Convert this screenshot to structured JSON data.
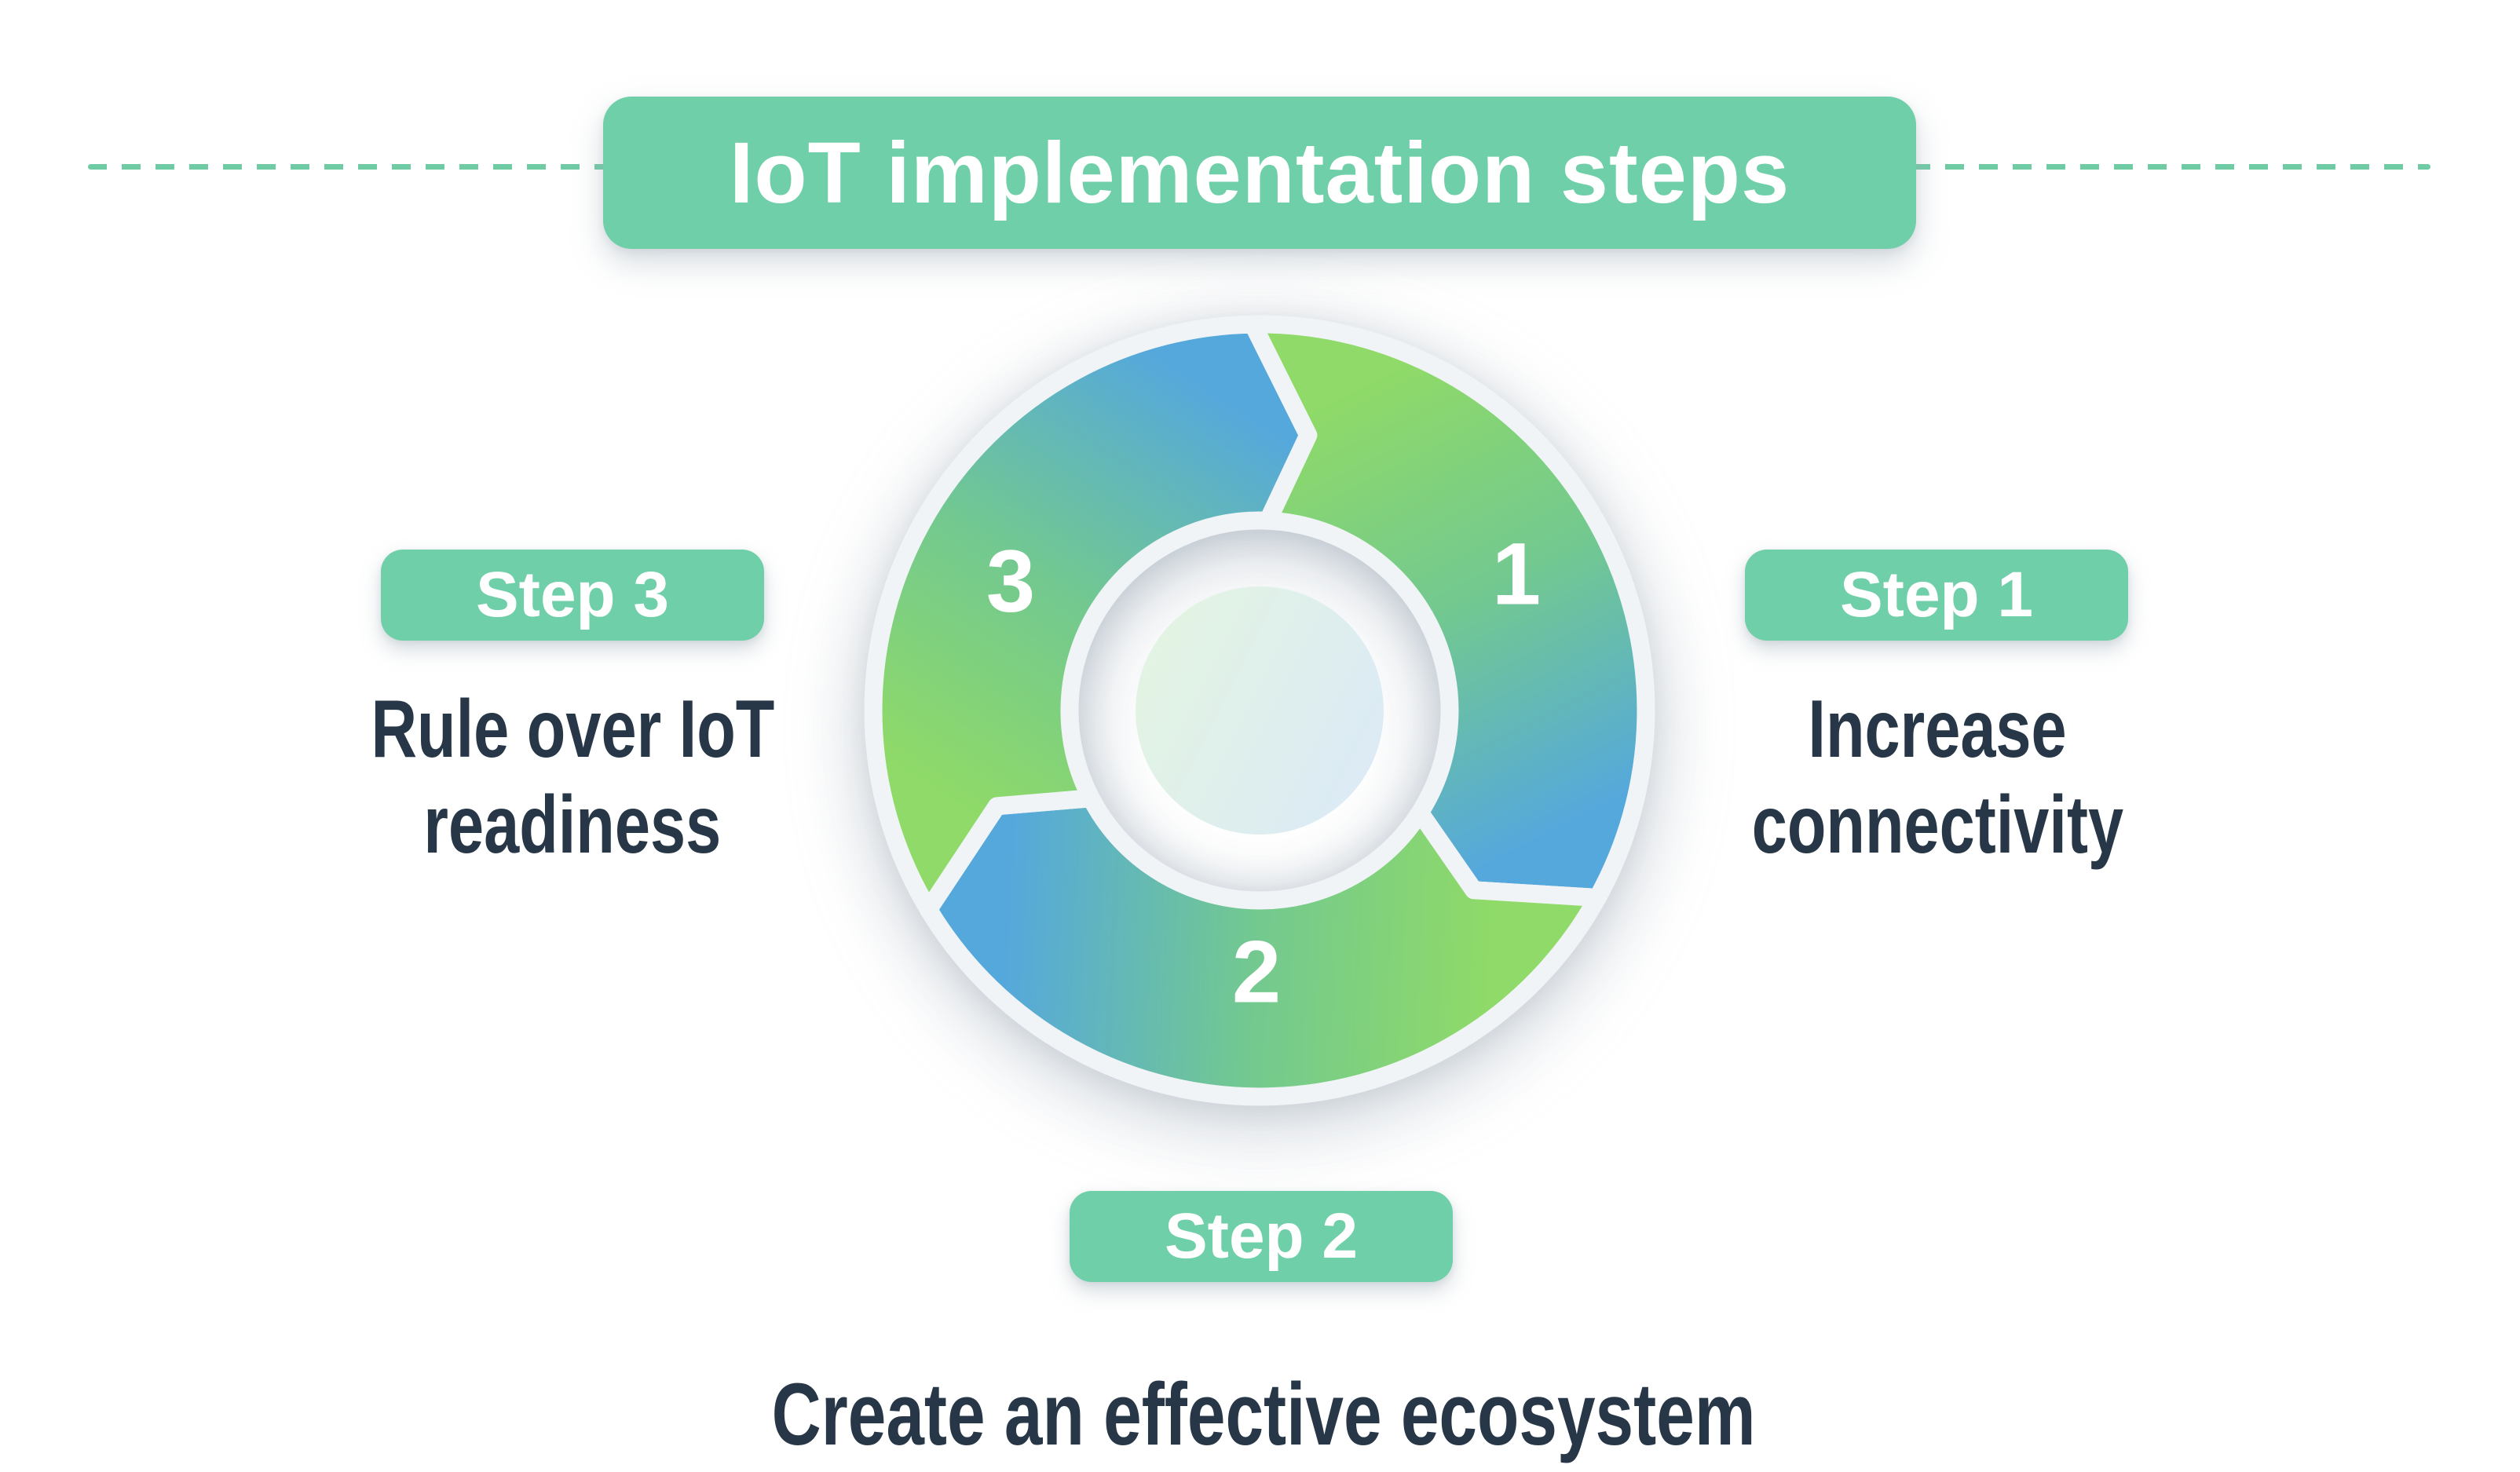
{
  "title_banner": {
    "label": "IoT implementation steps"
  },
  "cycle": {
    "segments": [
      {
        "number": "1"
      },
      {
        "number": "2"
      },
      {
        "number": "3"
      }
    ],
    "segment_gradient": {
      "start": "#8FDA68",
      "mid": "#72C891",
      "end": "#55A8DC"
    },
    "gap_color": "#F1F4F6",
    "disc": {
      "center": "#FFFFFF",
      "edge": "#F0F3F6"
    },
    "core_gradient": {
      "left": "#E3F4E2",
      "right": "#DBEAF6"
    }
  },
  "steps": [
    {
      "badge": "Step 1",
      "lines": [
        "Increase",
        "connectivity"
      ]
    },
    {
      "badge": "Step 2",
      "lines": [
        "Create an effective ecosystem"
      ]
    },
    {
      "badge": "Step 3",
      "lines": [
        "Rule over IoT",
        "readiness"
      ]
    }
  ],
  "colors": {
    "accent_green": "#6FCFA9",
    "badge_text": "#FFFFFF",
    "description_text": "#273747",
    "dash": "#6FCBA4",
    "number_text": "#FFFFFF",
    "title_text": "#FFFFFF"
  }
}
